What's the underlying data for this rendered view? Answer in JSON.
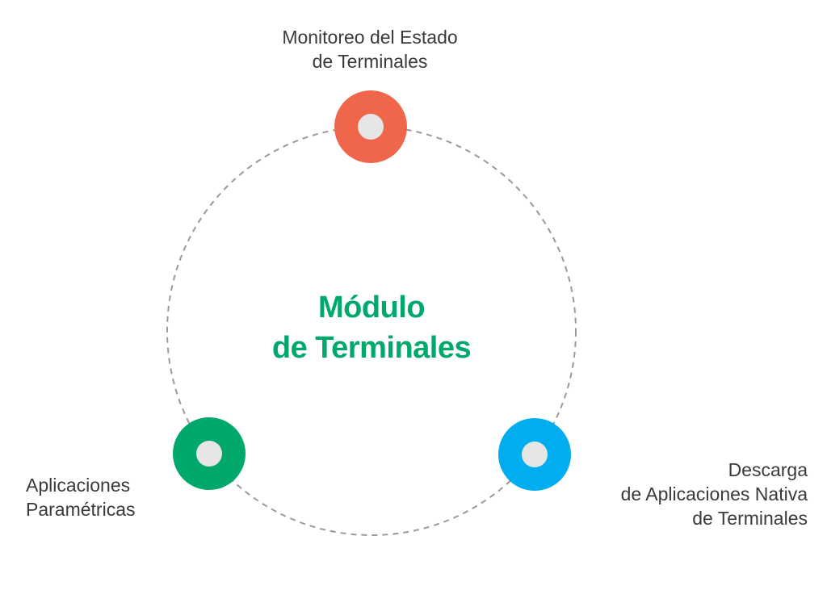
{
  "center": {
    "line1": "Módulo",
    "line2": "de Terminales"
  },
  "nodes": [
    {
      "id": "monitoring",
      "color": "#f0664a",
      "label_lines": [
        "Monitoreo del Estado",
        "de Terminales"
      ]
    },
    {
      "id": "parametric-apps",
      "color": "#00a86b",
      "label_lines": [
        "Aplicaciones",
        "Paramétricas"
      ]
    },
    {
      "id": "native-download",
      "color": "#00aeef",
      "label_lines": [
        "Descarga",
        "de Aplicaciones Nativa",
        "de Terminales"
      ]
    }
  ],
  "colors": {
    "accent": "#00a86b",
    "ring": "#9a9a9a",
    "node_inner": "#e6e6e6",
    "text": "#3a3a3a"
  }
}
